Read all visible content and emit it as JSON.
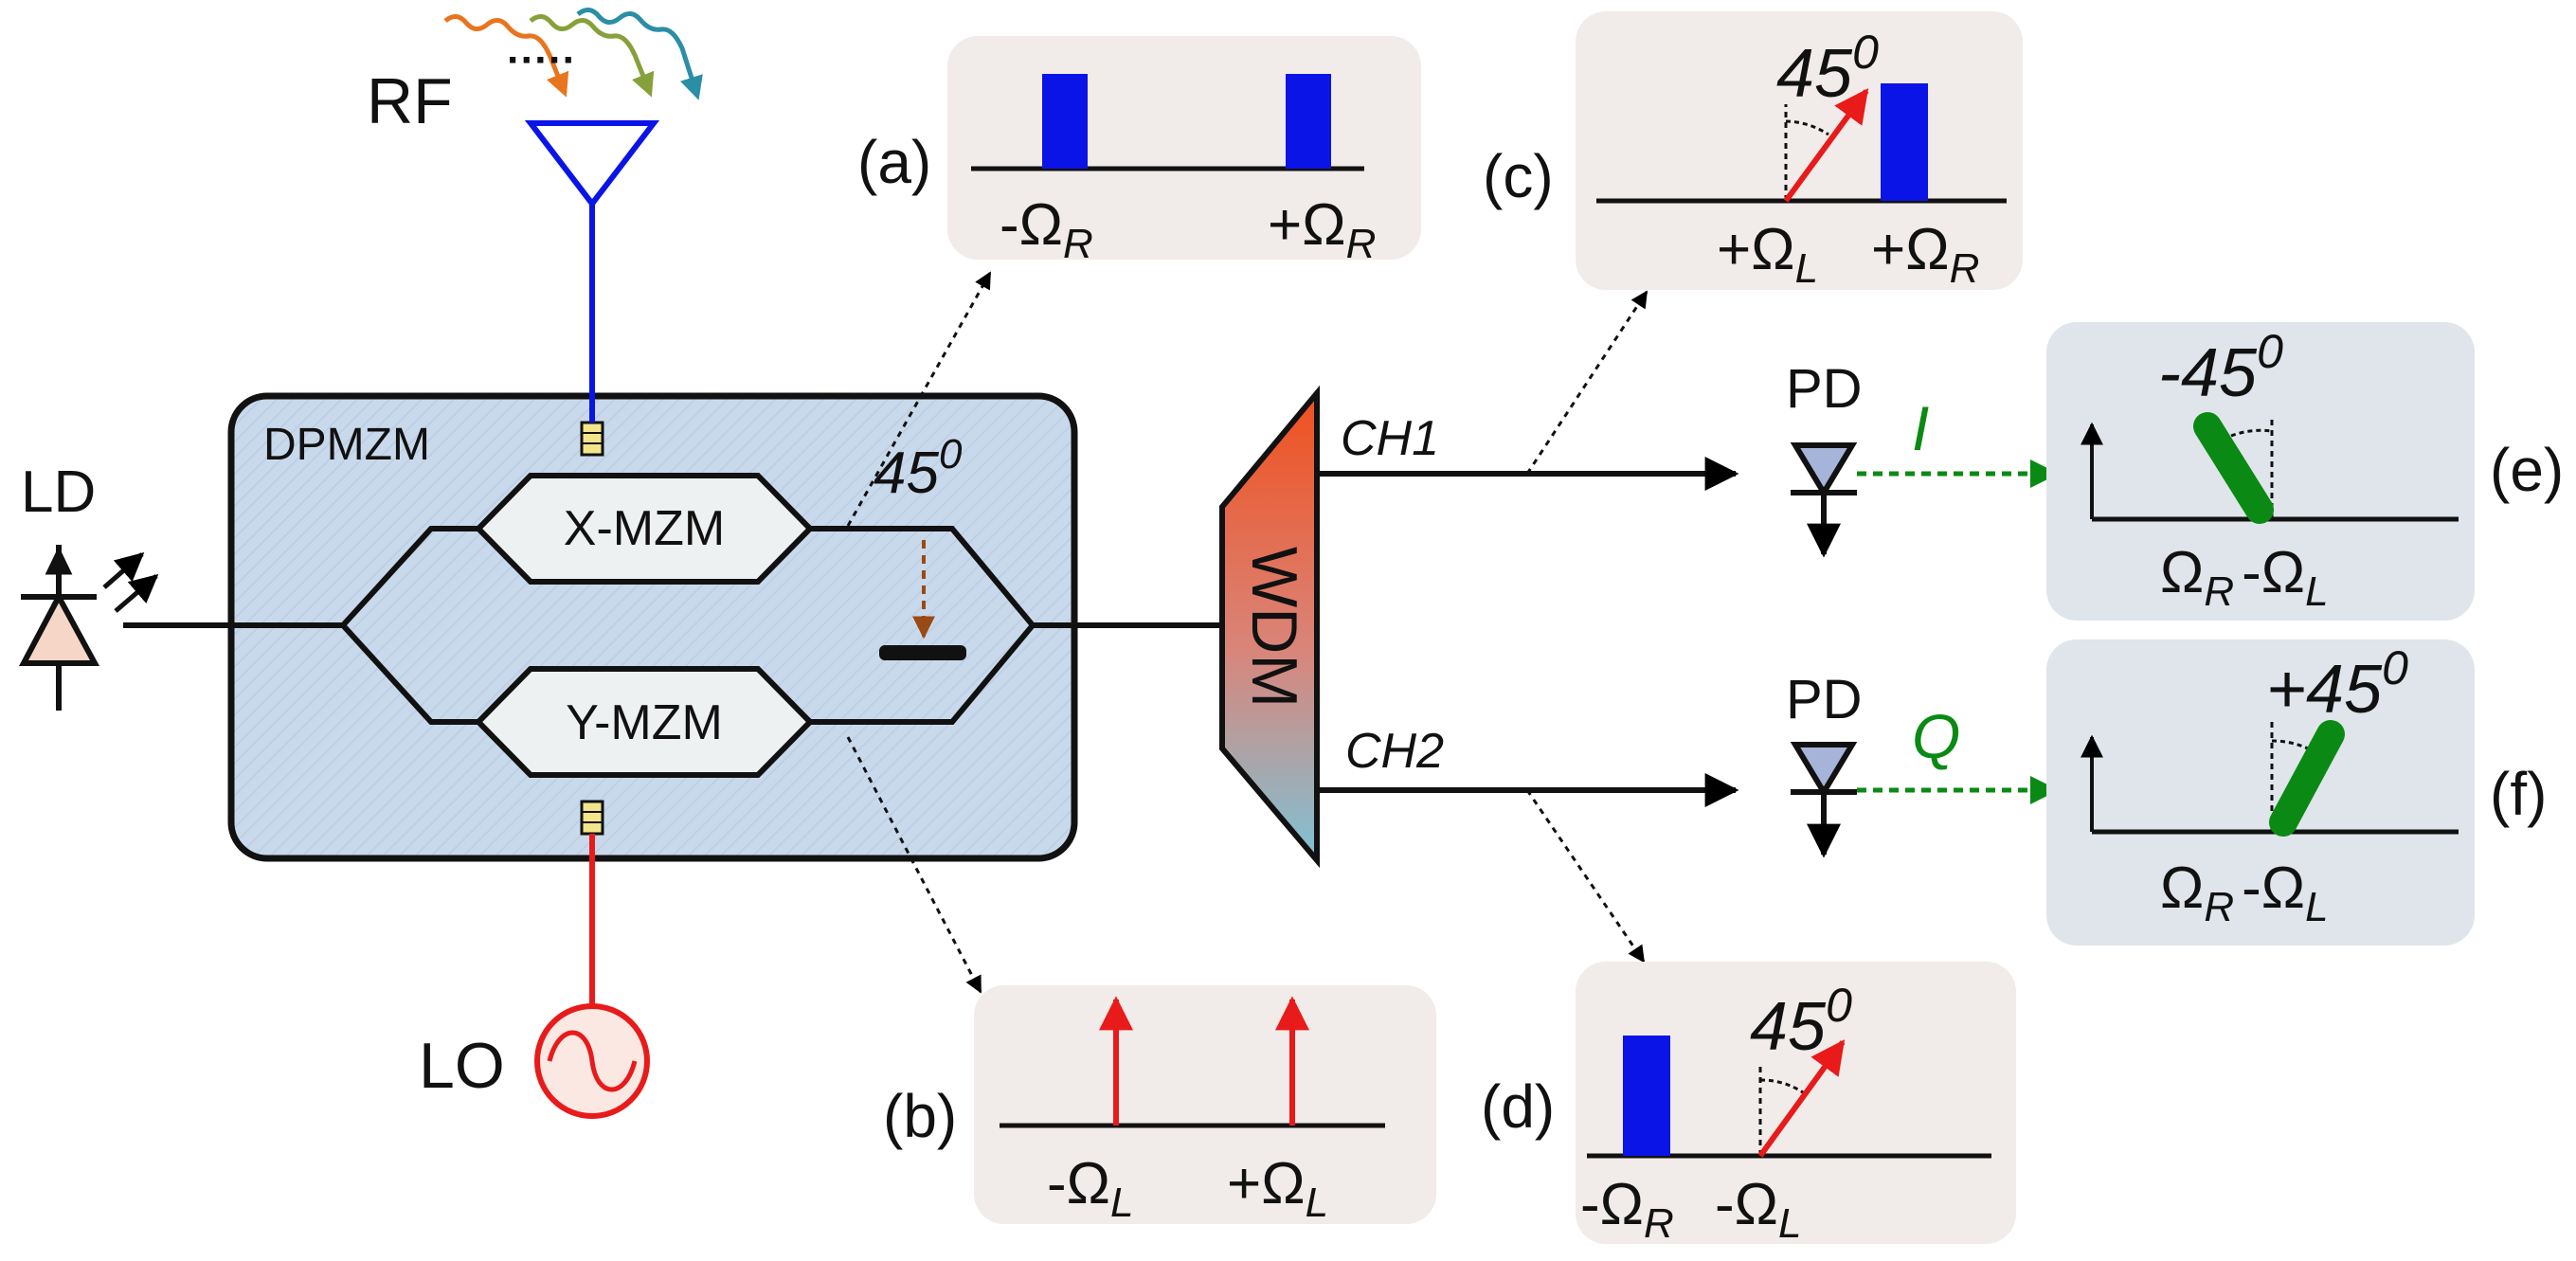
{
  "colors": {
    "blue_bar": "#0a14e6",
    "red": "#e81a1a",
    "green": "#0a8a14",
    "brown": "#9a4a14",
    "panel_warm": "#f1ebe9",
    "panel_cool": "#dfe5ea",
    "dpmzm_fill": "#c9d9ec",
    "orange_wave": "#e8751e",
    "olive_wave": "#86a13a",
    "teal_wave": "#2a8ea6"
  },
  "labels": {
    "rf": "RF",
    "ld": "LD",
    "lo": "LO",
    "dpmzm": "DPMZM",
    "x_mzm": "X-MZM",
    "y_mzm": "Y-MZM",
    "phase_angle": "45",
    "degree": "0",
    "wdm": "WDM",
    "ch1": "CH1",
    "ch2": "CH2",
    "pd": "PD",
    "i_out": "I",
    "q_out": "Q",
    "ellipsis": "·····"
  },
  "panels": {
    "a": {
      "tag": "(a)",
      "marker_left": "-Ω",
      "sub_left": "R",
      "marker_right": "+Ω",
      "sub_right": "R"
    },
    "b": {
      "tag": "(b)",
      "marker_left": "-Ω",
      "sub_left": "L",
      "marker_right": "+Ω",
      "sub_right": "L"
    },
    "c": {
      "tag": "(c)",
      "angle": "45",
      "sup": "0",
      "marker_left": "+Ω",
      "sub_left": "L",
      "marker_right": "+Ω",
      "sub_right": "R"
    },
    "d": {
      "tag": "(d)",
      "angle": "45",
      "sup": "0",
      "marker_left": "-Ω",
      "sub_left": "R",
      "marker_right": "-Ω",
      "sub_right": "L"
    },
    "e": {
      "tag": "(e)",
      "angle": "-45",
      "sup": "0",
      "axis_a": "Ω",
      "sub_a": "R",
      "axis_b": "-Ω",
      "sub_b": "L"
    },
    "f": {
      "tag": "(f)",
      "angle": "+45",
      "sup": "0",
      "axis_a": "Ω",
      "sub_a": "R",
      "axis_b": "-Ω",
      "sub_b": "L"
    }
  }
}
